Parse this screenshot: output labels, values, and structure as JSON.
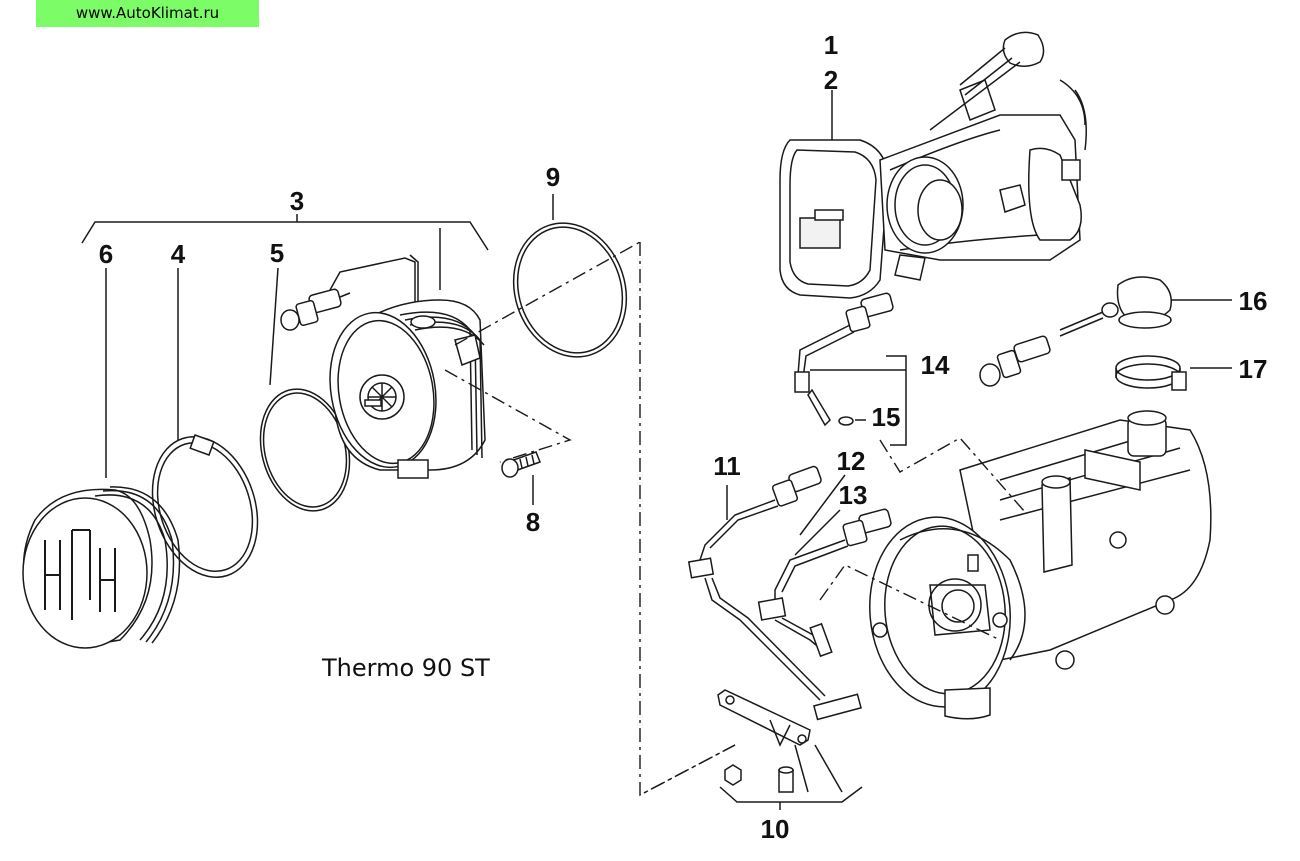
{
  "watermark": "www.AutoKlimat.ru",
  "caption": "Thermo 90 ST",
  "parts": {
    "p1": "1",
    "p2": "2",
    "p3": "3",
    "p4": "4",
    "p5": "5",
    "p6": "6",
    "p8": "8",
    "p9": "9",
    "p10": "10",
    "p11": "11",
    "p12": "12",
    "p13": "13",
    "p14": "14",
    "p15": "15",
    "p16": "16",
    "p17": "17"
  }
}
